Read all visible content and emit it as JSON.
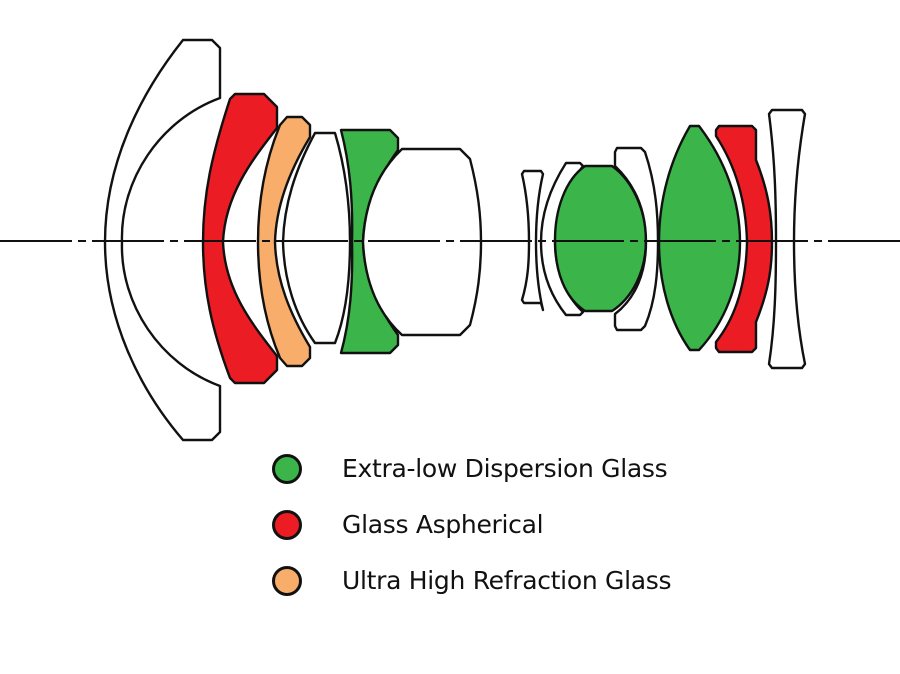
{
  "diagram": {
    "title": "Lens construction diagram",
    "optical_axis": "dash-dot",
    "groups": [
      {
        "id": "front-group",
        "elements": [
          {
            "name": "meniscus-element-1",
            "glass": "standard"
          },
          {
            "name": "aspherical-element-2",
            "glass": "aspherical"
          },
          {
            "name": "uhr-element-3",
            "glass": "ultra_high_refraction"
          },
          {
            "name": "element-4",
            "glass": "standard"
          },
          {
            "name": "ed-element-5",
            "glass": "ed"
          },
          {
            "name": "element-6",
            "glass": "standard"
          }
        ]
      },
      {
        "id": "rear-group",
        "elements": [
          {
            "name": "element-7",
            "glass": "standard"
          },
          {
            "name": "element-8",
            "glass": "standard"
          },
          {
            "name": "ed-element-9",
            "glass": "ed"
          },
          {
            "name": "element-10",
            "glass": "standard"
          },
          {
            "name": "ed-element-11",
            "glass": "ed"
          },
          {
            "name": "aspherical-element-12",
            "glass": "aspherical"
          },
          {
            "name": "element-13",
            "glass": "standard"
          }
        ]
      }
    ],
    "colors": {
      "ed": "#3bb44a",
      "aspherical": "#ec1c24",
      "ultra_high_refraction": "#f9ad6a",
      "standard": "#ffffff",
      "outline": "#111111"
    }
  },
  "legend": {
    "items": [
      {
        "key": "ed",
        "label": "Extra-low Dispersion Glass",
        "color": "#3bb44a"
      },
      {
        "key": "aspherical",
        "label": "Glass Aspherical",
        "color": "#ec1c24"
      },
      {
        "key": "ultra_high_refraction",
        "label": "Ultra High Refraction Glass",
        "color": "#f9ad6a"
      }
    ]
  }
}
